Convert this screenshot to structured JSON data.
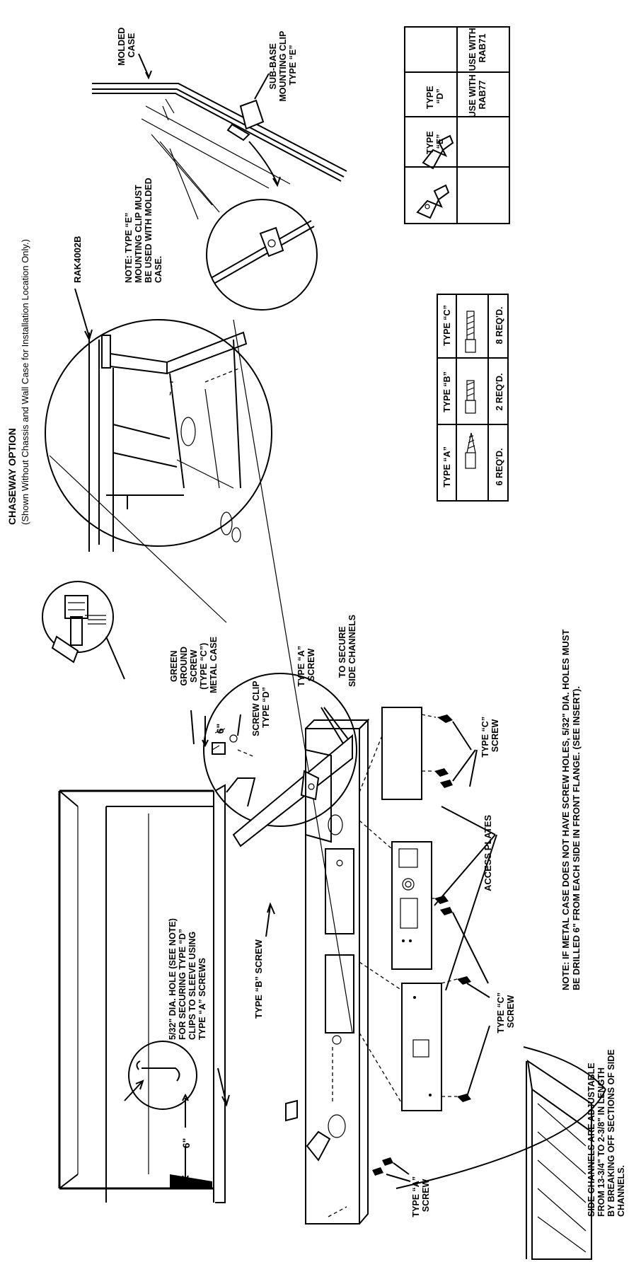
{
  "title": {
    "line1": "CHASEWAY OPTION",
    "line2": "(Shown Without Chassis and Wall Case for Installation Location Only.)"
  },
  "labels": {
    "molded_case": [
      "MOLDED",
      "CASE"
    ],
    "sub_base_clip": [
      "SUB-BASE",
      "MOUNTING CLIP",
      "TYPE “E”"
    ],
    "rak_part": "RAK4002B",
    "note_type_e": [
      "NOTE: TYPE “E”",
      "MOUNTING CLIP MUST",
      "BE USED WITH MOLDED",
      "CASE."
    ],
    "green_ground": [
      "GREEN",
      "GROUND",
      "SCREW",
      "(TYPE “C”)",
      "METAL CASE"
    ],
    "screw_clip_d": [
      "SCREW CLIP",
      "TYPE “D”"
    ],
    "type_a_screw_top": [
      "TYPE “A”",
      "SCREW"
    ],
    "to_secure": [
      "TO SECURE",
      "SIDE CHANNELS"
    ],
    "type_c_screw_right": [
      "TYPE “C”",
      "SCREW"
    ],
    "type_c_screw_left": [
      "TYPE “C”",
      "SCREW"
    ],
    "access_plates": "ACCESS PLATES",
    "type_b_screw": "TYPE “B” SCREW",
    "hole_note": [
      "5/32\" DIA. HOLE (SEE NOTE)",
      "FOR SECURING TYPE “D”",
      "CLIPS TO SLEEVE USING",
      "TYPE “A” SCREWS"
    ],
    "dim_6_left": "6\"",
    "dim_6_right": "6\"",
    "type_a_screw_bottom": [
      "TYPE “A”",
      "SCREW"
    ],
    "side_channels": [
      "SIDE CHANNELS ARE ADJUSTABLE",
      "FROM 13-3/4\" TO 2-3/8\" IN LENGTH",
      "BY BREAKING OFF SECTIONS OF SIDE",
      "CHANNELS."
    ],
    "metal_case_note": [
      "NOTE: IF METAL CASE DOES NOT HAVE SCREW HOLES, 5/32\" DIA. HOLES MUST",
      "BE DRILLED 6\" FROM EACH SIDE IN FRONT FLANGE. (SEE INSERT)."
    ]
  },
  "screw_table": {
    "headers": [
      "TYPE “A”",
      "TYPE “B”",
      "TYPE “C”"
    ],
    "quantities": [
      "6 REQ'D.",
      "2 REQ'D.",
      "8 REQ'D."
    ]
  },
  "clip_table": {
    "rows": [
      {
        "type": [
          "TYPE",
          "“D”"
        ],
        "use": [
          "USE WITH",
          "RAB71"
        ]
      },
      {
        "type": [
          "TYPE",
          "“E”"
        ],
        "use": [
          "USE WITH",
          "RAB77"
        ]
      }
    ]
  }
}
